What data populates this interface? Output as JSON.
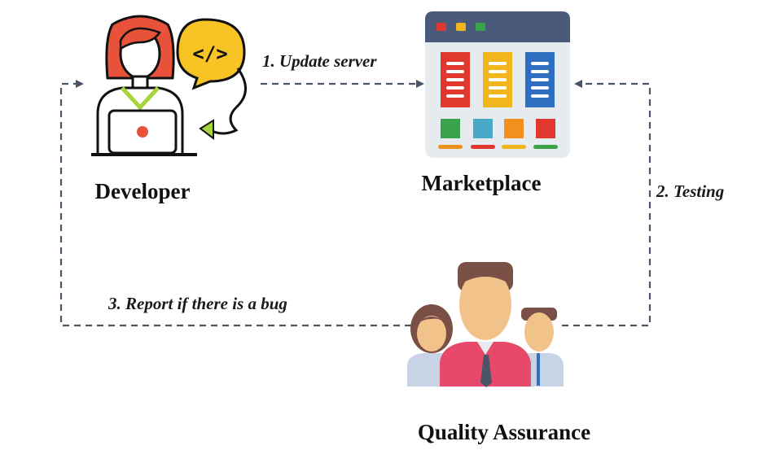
{
  "nodes": {
    "developer": "Developer",
    "marketplace": "Marketplace",
    "qa": "Quality Assurance"
  },
  "edges": {
    "update": "1. Update server",
    "testing": "2. Testing",
    "report": "3. Report if there is a bug"
  },
  "icon_labels": {
    "code": "</>"
  },
  "colors": {
    "arrow": "#4a5568",
    "dev_hair": "#e8513a",
    "bubble": "#f7c325",
    "accent_green": "#a5d43b",
    "window_bar": "#4a5a7a",
    "window_bg": "#e6ebef",
    "card_red": "#e0372f",
    "card_yellow": "#f2b61d",
    "card_blue": "#2f6fc0",
    "shirt_pink": "#e8486a"
  }
}
